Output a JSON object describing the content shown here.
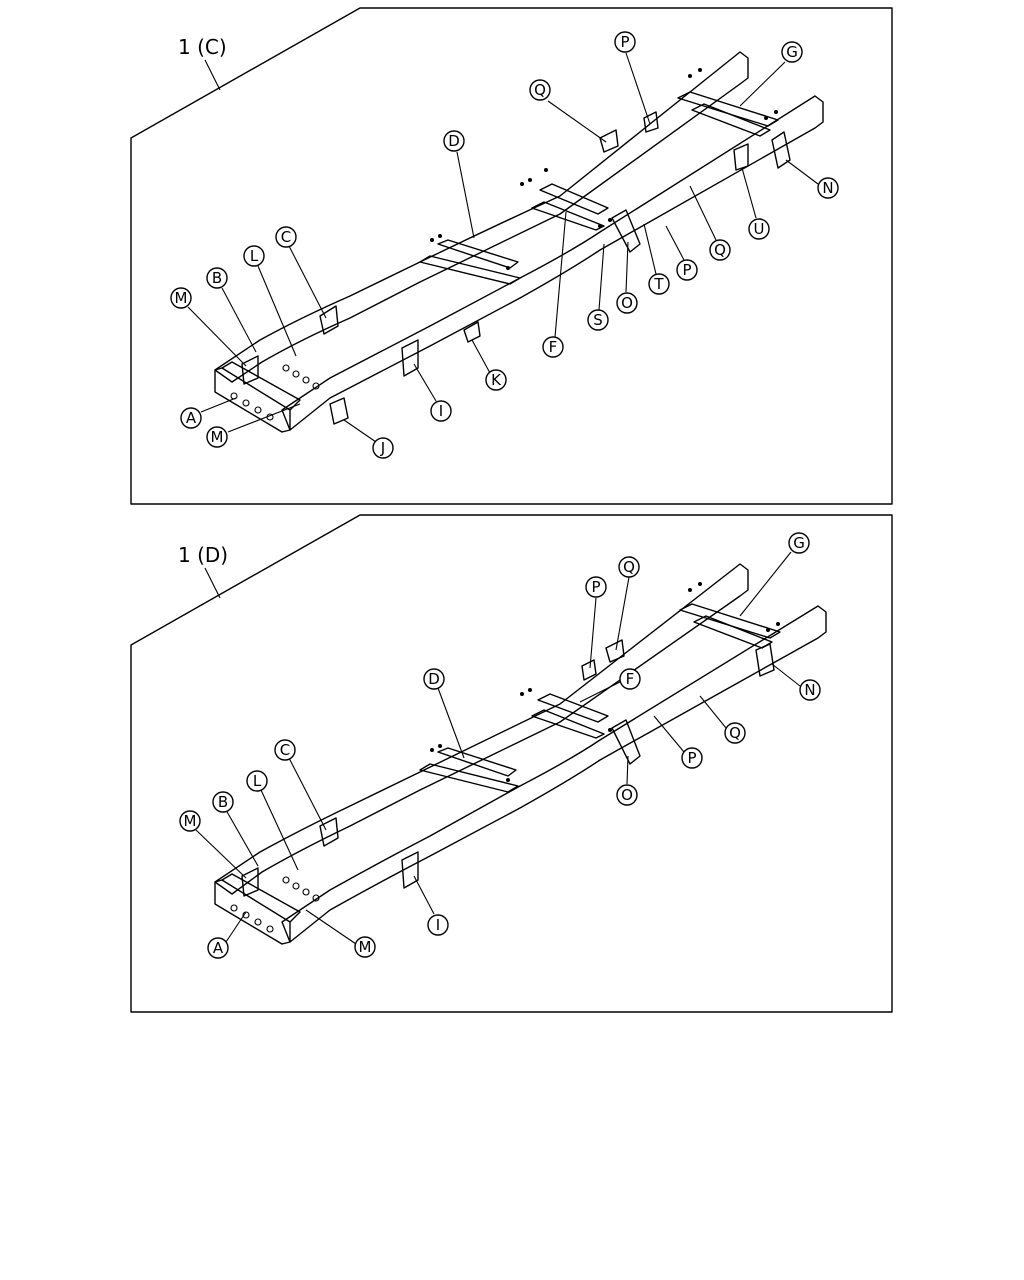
{
  "panels": [
    {
      "id": "C",
      "label": "1 (C)",
      "callouts": [
        "A",
        "B",
        "C",
        "D",
        "F",
        "G",
        "I",
        "J",
        "K",
        "L",
        "M",
        "M",
        "N",
        "O",
        "P",
        "P",
        "Q",
        "Q",
        "S",
        "T",
        "U"
      ]
    },
    {
      "id": "D",
      "label": "1 (D)",
      "callouts": [
        "A",
        "B",
        "C",
        "D",
        "F",
        "G",
        "I",
        "L",
        "M",
        "M",
        "N",
        "O",
        "P",
        "P",
        "Q",
        "Q"
      ]
    }
  ]
}
